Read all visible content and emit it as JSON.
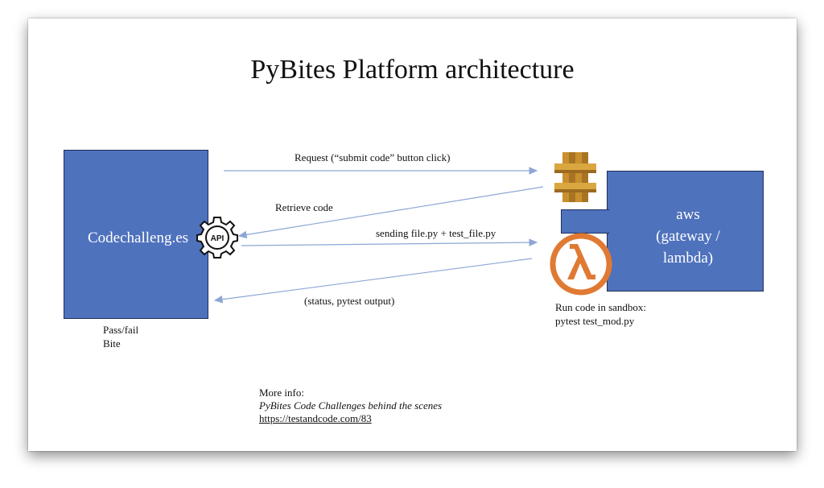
{
  "title": "PyBites Platform architecture",
  "nodes": {
    "codechallenges": "Codechalleng.es",
    "aws_line1": "aws",
    "aws_line2": "(gateway /",
    "aws_line3": "lambda)",
    "api_badge": "API"
  },
  "edges": {
    "request": "Request (“submit code” button click)",
    "retrieve": "Retrieve code",
    "sending": "sending file.py + test_file.py",
    "status": "(status, pytest output)"
  },
  "notes": {
    "pass_fail": "Pass/fail",
    "bite": "Bite",
    "run_code": "Run code in sandbox:",
    "pytest_cmd": "pytest test_mod.py"
  },
  "more_info": {
    "heading": "More info:",
    "article": "PyBites Code Challenges behind the scenes",
    "url": "https://testandcode.com/83"
  },
  "icons": {
    "gear": "gear-icon",
    "api_gateway": "aws-api-gateway-icon",
    "lambda": "aws-lambda-icon"
  },
  "colors": {
    "box_fill": "#4f72bd",
    "arrow": "#8ea6d6",
    "lambda_orange": "#e07a33",
    "gateway_gold": "#c8902e"
  }
}
